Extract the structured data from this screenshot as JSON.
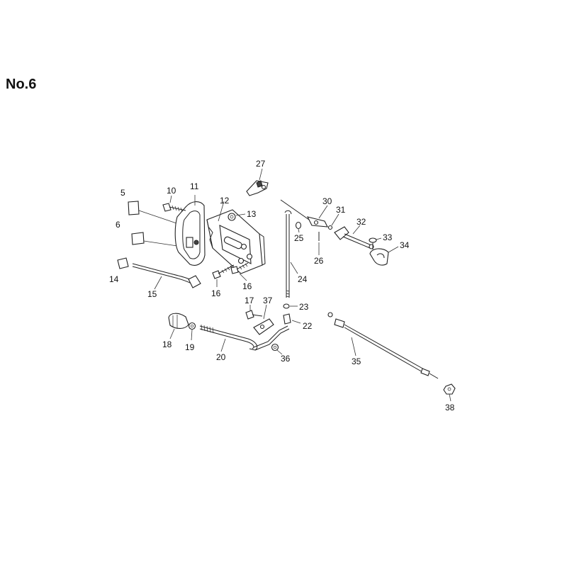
{
  "title": "No.6",
  "callouts": [
    "5",
    "6",
    "10",
    "11",
    "12",
    "13",
    "14",
    "15",
    "16",
    "16",
    "17",
    "18",
    "19",
    "20",
    "22",
    "23",
    "24",
    "25",
    "26",
    "27",
    "30",
    "31",
    "32",
    "33",
    "34",
    "35",
    "36",
    "37",
    "38"
  ]
}
